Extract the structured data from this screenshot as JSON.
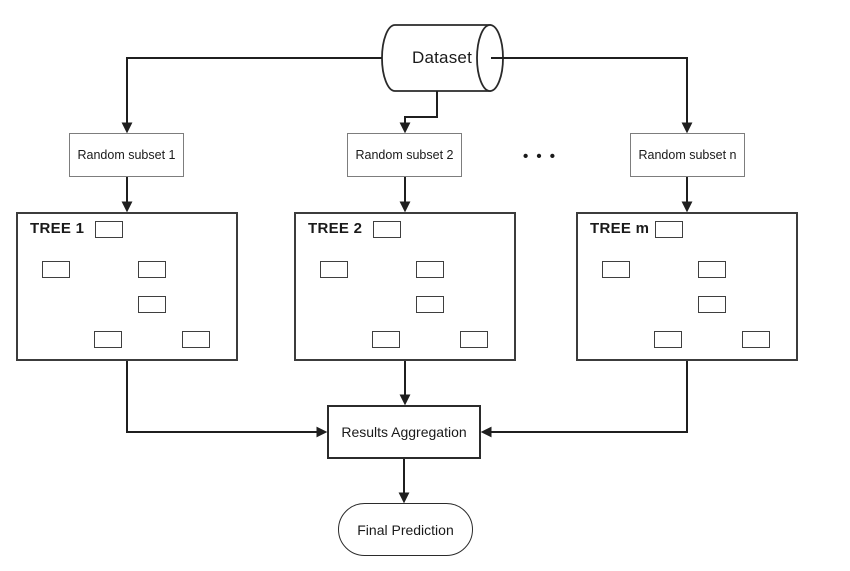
{
  "diagram": {
    "dataset": {
      "label": "Dataset"
    },
    "subsets": [
      {
        "label": "Random subset 1"
      },
      {
        "label": "Random subset 2"
      },
      {
        "label": "Random subset n"
      }
    ],
    "ellipsis": "• • •",
    "trees": [
      {
        "label": "TREE 1",
        "node_count": 6
      },
      {
        "label": "TREE 2",
        "node_count": 6
      },
      {
        "label": "TREE m",
        "node_count": 6
      }
    ],
    "aggregation": {
      "label": "Results Aggregation"
    },
    "final_prediction": {
      "label": "Final Prediction"
    },
    "colors": {
      "background": "#ffffff",
      "line": "#1f1f1f",
      "subset_border": "#7d7d7d",
      "tree_border": "#3c3c3c",
      "node_border": "#3f3f3f",
      "shape_border": "#2b2b2b",
      "text": "#1a1a1a"
    }
  }
}
